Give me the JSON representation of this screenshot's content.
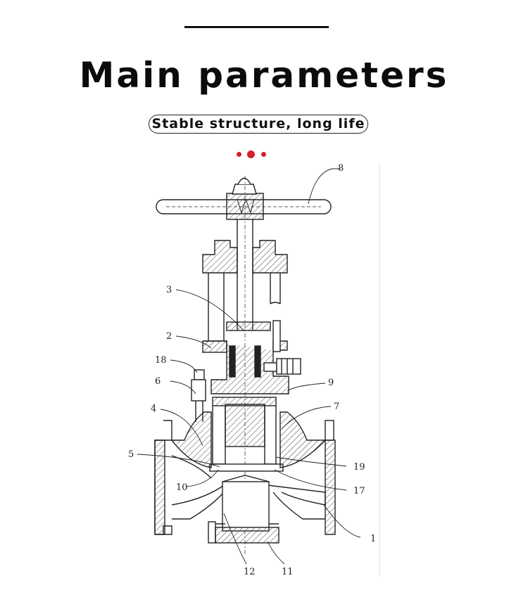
{
  "header": {
    "title": "Main parameters",
    "subtitle": "Stable structure, long life"
  },
  "colors": {
    "accent": "#d21f2a",
    "line": "#222222"
  },
  "diagram": {
    "labels": [
      {
        "id": "8",
        "text": "8"
      },
      {
        "id": "3",
        "text": "3"
      },
      {
        "id": "2",
        "text": "2"
      },
      {
        "id": "18",
        "text": "18"
      },
      {
        "id": "6",
        "text": "6"
      },
      {
        "id": "9",
        "text": "9"
      },
      {
        "id": "4",
        "text": "4"
      },
      {
        "id": "7",
        "text": "7"
      },
      {
        "id": "5",
        "text": "5"
      },
      {
        "id": "19",
        "text": "19"
      },
      {
        "id": "10",
        "text": "10"
      },
      {
        "id": "17",
        "text": "17"
      },
      {
        "id": "1",
        "text": "1"
      },
      {
        "id": "12",
        "text": "12"
      },
      {
        "id": "11",
        "text": "11"
      }
    ]
  }
}
